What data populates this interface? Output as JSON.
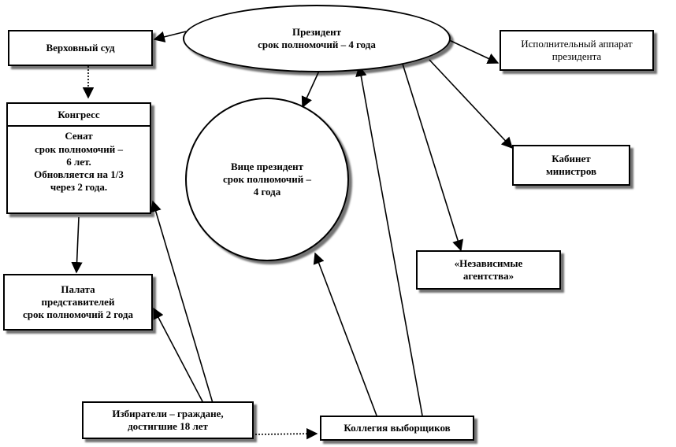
{
  "nodes": {
    "president": "Президент\nсрок полномочий – 4 года",
    "supreme_court": "Верховный суд",
    "exec_office": "Исполнительный аппарат\nпрезидента",
    "congress": "Конгресс",
    "senate": "Сенат\nсрок полномочий –\n6 лет.\nОбновляется на 1/3\nчерез 2 года.",
    "vice_president": "Вице президент\nсрок полномочий –\n4 года",
    "cabinet": "Кабинет\nминистров",
    "agencies": "«Независимые\nагентства»",
    "house": "Палата\nпредставителей\nсрок полномочий 2 года",
    "voters": "Избиратели – граждане,\nдостигшие 18 лет",
    "electoral_college": "Коллегия выборщиков"
  }
}
